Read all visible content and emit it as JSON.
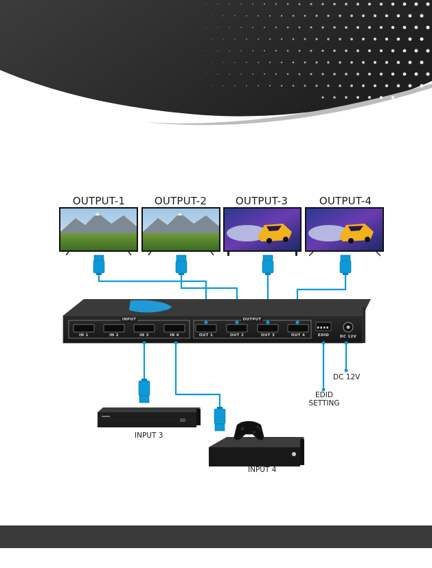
{
  "outputs": [
    {
      "label": "OUTPUT-1",
      "screen": "mountain"
    },
    {
      "label": "OUTPUT-2",
      "screen": "mountain"
    },
    {
      "label": "OUTPUT-3",
      "screen": "racecar"
    },
    {
      "label": "OUTPUT-4",
      "screen": "racecar"
    }
  ],
  "device": {
    "input_group_label": "INPUT",
    "output_group_label": "OUTPUT",
    "inputs": [
      "IN 1",
      "IN 2",
      "IN 3",
      "IN 4"
    ],
    "outputs": [
      "OUT 1",
      "OUT 2",
      "OUT 3",
      "OUT 4"
    ],
    "edid_label": "EDID",
    "power_label": "DC 12V"
  },
  "callouts": {
    "dc": "DC 12V",
    "edid_line1": "EDID",
    "edid_line2": "SETTING",
    "input3": "INPUT 3",
    "input4": "INPUT 4"
  },
  "colors": {
    "cable": "#0d9ad9",
    "header": "#2e2e2e",
    "footer": "#3a3a3a"
  }
}
